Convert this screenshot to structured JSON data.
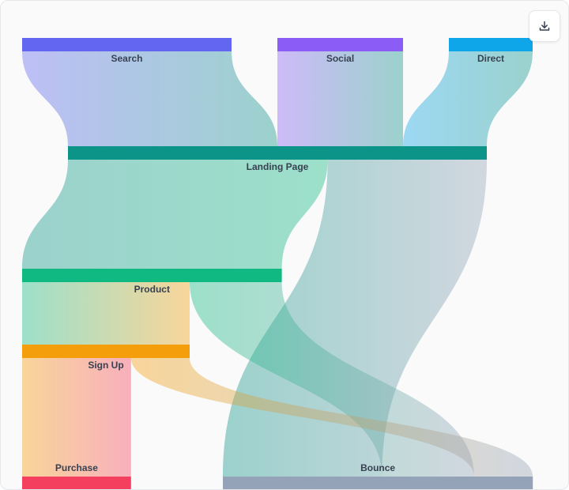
{
  "chart_data": {
    "type": "sankey",
    "nodes": [
      {
        "id": "Search",
        "label": "Search",
        "color": "#6366f1"
      },
      {
        "id": "Social",
        "label": "Social",
        "color": "#8b5cf6"
      },
      {
        "id": "Direct",
        "label": "Direct",
        "color": "#0ea5e9"
      },
      {
        "id": "Landing Page",
        "label": "Landing Page",
        "color": "#0d9488"
      },
      {
        "id": "Product",
        "label": "Product",
        "color": "#10b981"
      },
      {
        "id": "Sign Up",
        "label": "Sign Up",
        "color": "#f59e0b"
      },
      {
        "id": "Purchase",
        "label": "Purchase",
        "color": "#f43f5e"
      },
      {
        "id": "Bounce",
        "label": "Bounce",
        "color": "#94a3b8"
      }
    ],
    "links": [
      {
        "source": "Search",
        "target": "Landing Page",
        "value": 5000
      },
      {
        "source": "Social",
        "target": "Landing Page",
        "value": 3000
      },
      {
        "source": "Direct",
        "target": "Landing Page",
        "value": 2000
      },
      {
        "source": "Landing Page",
        "target": "Product",
        "value": 6200
      },
      {
        "source": "Landing Page",
        "target": "Bounce",
        "value": 3800
      },
      {
        "source": "Product",
        "target": "Sign Up",
        "value": 4000
      },
      {
        "source": "Product",
        "target": "Bounce",
        "value": 2200
      },
      {
        "source": "Sign Up",
        "target": "Purchase",
        "value": 2600
      },
      {
        "source": "Sign Up",
        "target": "Bounce",
        "value": 1400
      }
    ]
  },
  "toolbar": {
    "download_icon": "download-icon"
  }
}
